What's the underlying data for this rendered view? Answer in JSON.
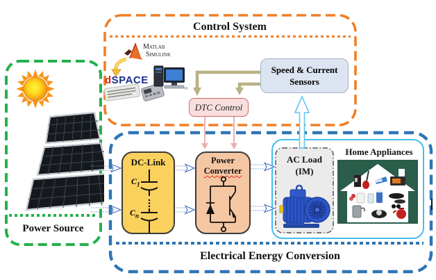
{
  "control_system": {
    "title": "Control System",
    "matlab": {
      "line1": "Matlab",
      "line2": "Simulink"
    },
    "dspace": {
      "d": "d",
      "rest": "SPACE"
    },
    "dtc": {
      "label": "DTC Control"
    },
    "sensors": {
      "line1": "Speed & Current",
      "line2": "Sensors"
    }
  },
  "power_source": {
    "title": "Power Source"
  },
  "energy_conversion": {
    "title": "Electrical Energy Conversion",
    "dc_link": {
      "title": "DC-Link",
      "cap_top_base": "C",
      "cap_top_sub": "1",
      "cap_bot_base": "C",
      "cap_bot_sub": "n"
    },
    "power_converter": {
      "line1": "Power",
      "line2": "Converter"
    },
    "ac_load": {
      "line1": "AC Load",
      "line2": "(IM)"
    },
    "home_appliances": {
      "title": "Home Appliances"
    }
  },
  "colors": {
    "control_border": "#F07E26",
    "source_border": "#22B14C",
    "conversion_border": "#2E75B6",
    "load_container_border": "#45BDF2",
    "dc_link_fill": "#FBD15E",
    "converter_fill": "#F5C6A2",
    "dtc_fill": "#F9DEDE",
    "dtc_border": "#C96A6A",
    "sensors_fill": "#DCE3F1",
    "ac_load_fill": "#EBEBEB",
    "tan_arrow": "#B8B184",
    "pink_arrow": "#ECB0B0",
    "sensor_arrow": "#63C5F1",
    "flow_arrow_stroke": "#4472C4",
    "appliance_bg": "#2B5D4B",
    "motor_blue": "#2E55C8"
  }
}
